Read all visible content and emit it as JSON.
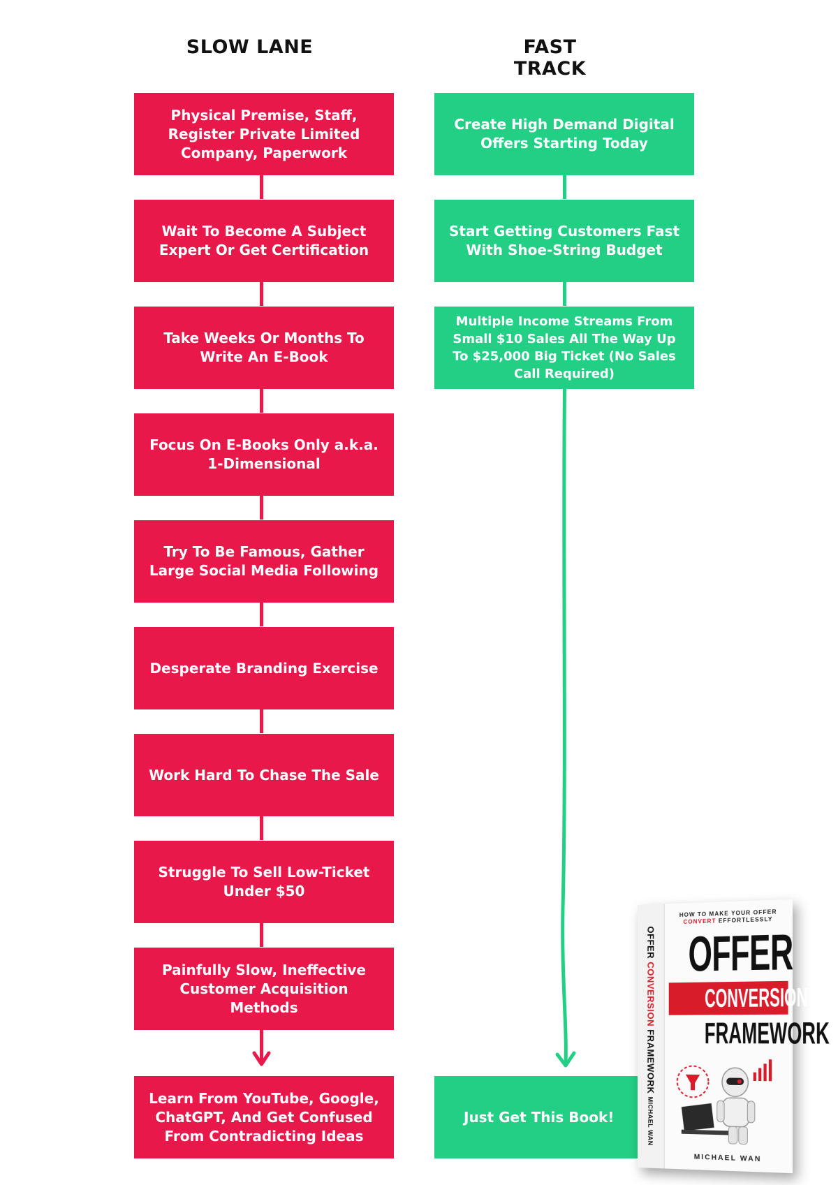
{
  "slow_lane": {
    "title": "SLOW LANE",
    "steps": [
      "Physical Premise, Staff, Register Private Limited Company, Paperwork",
      "Wait To Become A Subject Expert Or Get Certification",
      "Take Weeks Or Months To Write An E-Book",
      "Focus On E-Books Only a.k.a. 1-Dimensional",
      "Try To Be Famous, Gather Large Social Media Following",
      "Desperate Branding Exercise",
      "Work Hard To Chase The Sale",
      "Struggle To Sell Low-Ticket Under $50",
      "Painfully Slow, Ineffective Customer Acquisition Methods",
      "Learn From YouTube, Google, ChatGPT, And Get Confused From Contradicting Ideas"
    ],
    "color": "#e8184a"
  },
  "fast_track": {
    "title": "FAST TRACK",
    "steps": [
      "Create High Demand Digital Offers Starting Today",
      "Start Getting Customers Fast With Shoe-String Budget",
      "Multiple Income Streams From Small $10 Sales All The Way Up To $25,000 Big Ticket (No Sales Call Required)",
      "Just Get This Book!"
    ],
    "color": "#22cf84"
  },
  "book": {
    "tagline_1": "HOW TO MAKE YOUR OFFER",
    "tagline_2_red": "CONVERT",
    "tagline_2_rest": "EFFORTLESSLY",
    "title_1": "OFFER",
    "title_2": "CONVERSION",
    "title_3": "FRAMEWORK",
    "author": "MICHAEL WAN",
    "spine_1": "OFFER",
    "spine_2": "CONVERSION",
    "spine_3": "FRAMEWORK",
    "spine_author": "MICHAEL WAN"
  }
}
